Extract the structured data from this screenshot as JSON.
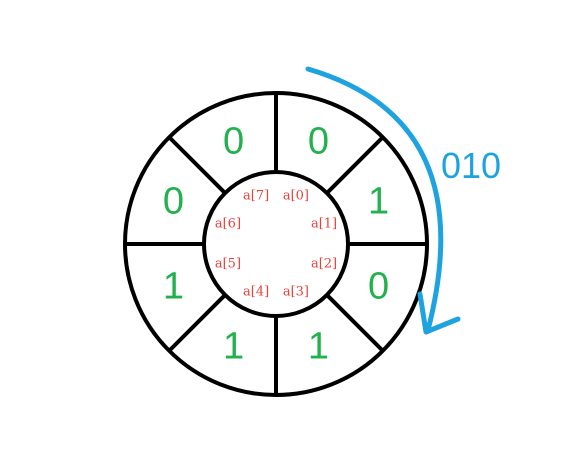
{
  "diagram": {
    "colors": {
      "outline": "#000000",
      "bit": "#22b14c",
      "index": "#e8413a",
      "arrow": "#1fa3e0"
    },
    "sectors": [
      {
        "bit": "0",
        "index": "a[0]"
      },
      {
        "bit": "1",
        "index": "a[1]"
      },
      {
        "bit": "0",
        "index": "a[2]"
      },
      {
        "bit": "1",
        "index": "a[3]"
      },
      {
        "bit": "1",
        "index": "a[4]"
      },
      {
        "bit": "1",
        "index": "a[5]"
      },
      {
        "bit": "0",
        "index": "a[6]"
      },
      {
        "bit": "0",
        "index": "a[7]"
      }
    ],
    "sequence_label": "010",
    "rotation": "clockwise"
  }
}
